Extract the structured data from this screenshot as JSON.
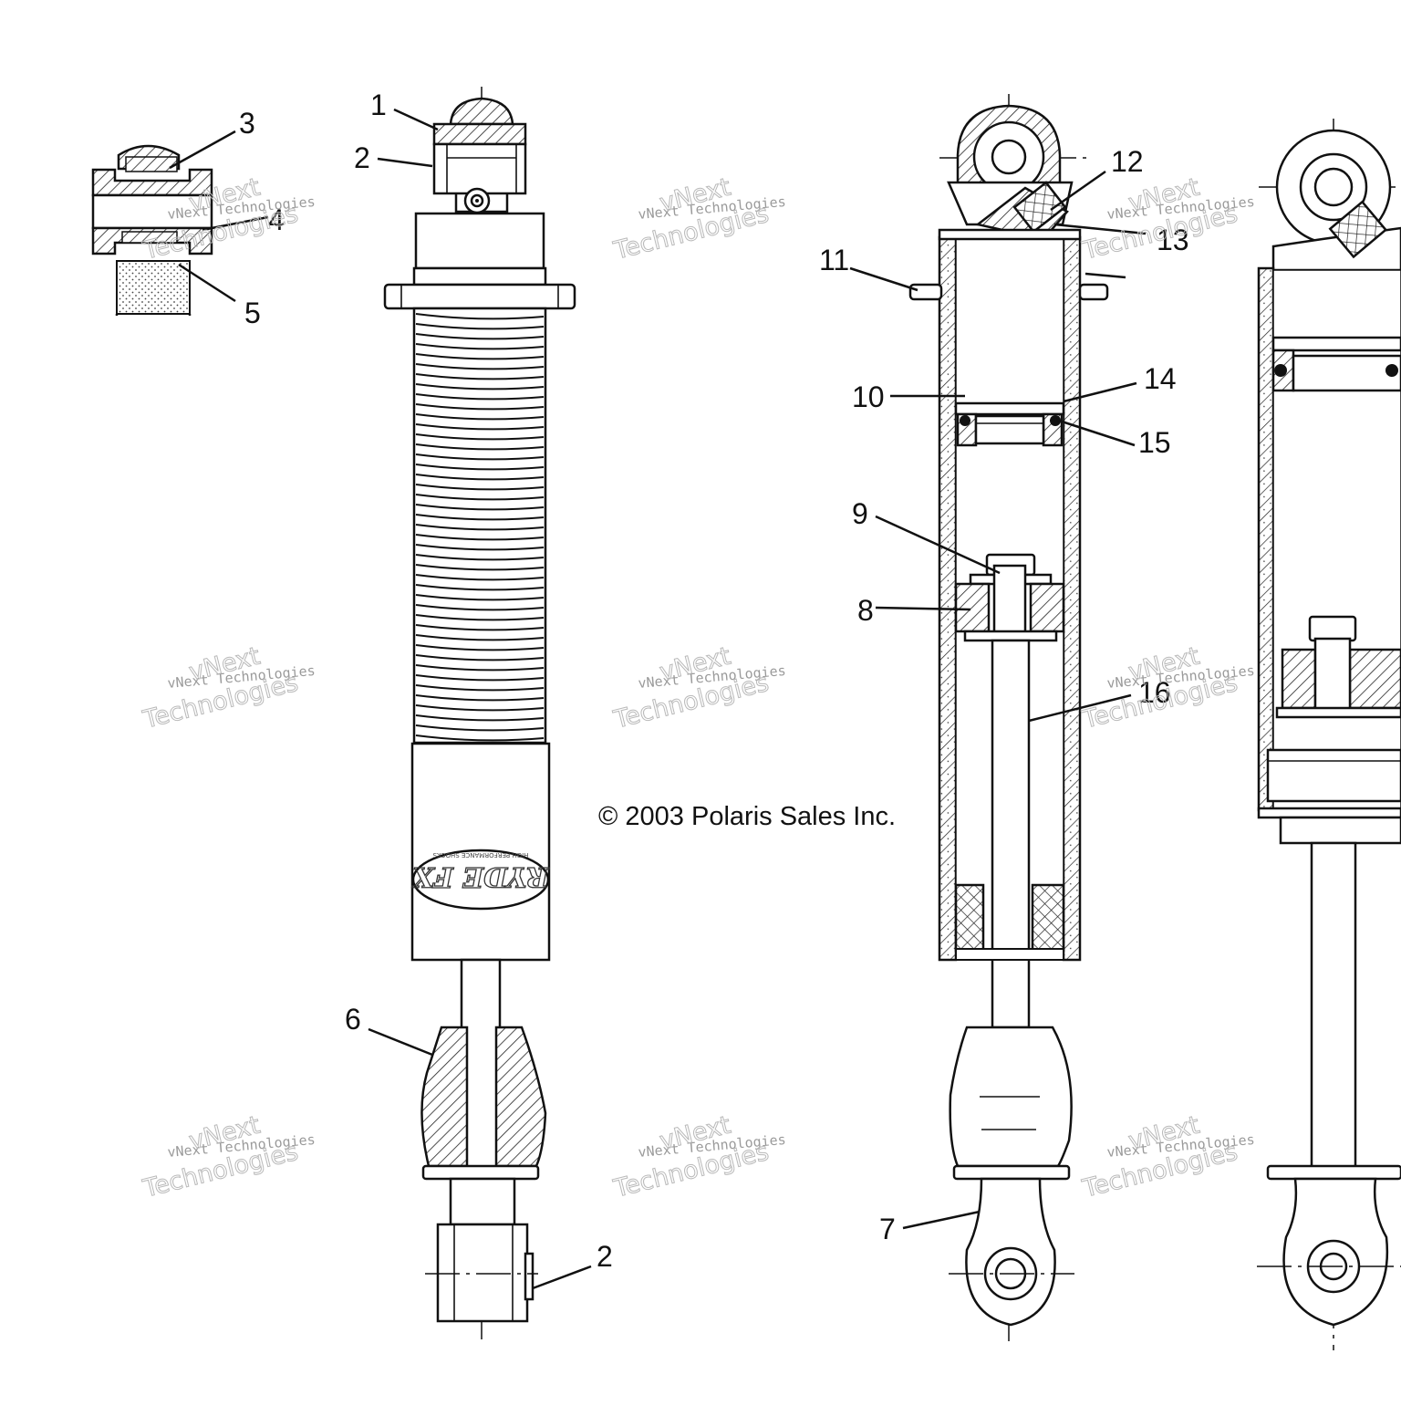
{
  "copyright": "© 2003 Polaris Sales Inc.",
  "callouts": {
    "c1": "1",
    "c2": "2",
    "c3": "3",
    "c4": "4",
    "c5": "5",
    "c6": "6",
    "c7": "7",
    "c8": "8",
    "c9": "9",
    "c10": "10",
    "c11": "11",
    "c12": "12",
    "c13": "13",
    "c14": "14",
    "c15": "15",
    "c16": "16",
    "c2b": "2"
  },
  "watermark": {
    "line1": "vNext Technologies",
    "line2": "vNext",
    "line3": "Technologies"
  },
  "shock_logo": {
    "brand": "RYDE FX",
    "tagline": "HIGH PERFORMANCE SHOCKS"
  },
  "colors": {
    "ink": "#111111",
    "watermark": "#9a9a9a",
    "background": "#ffffff"
  }
}
